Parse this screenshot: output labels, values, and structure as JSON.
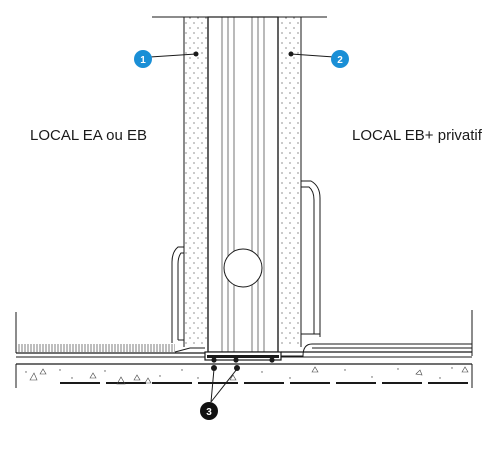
{
  "labels": {
    "left_room": "LOCAL EA ou EB",
    "right_room": "LOCAL EB+ privatif"
  },
  "callouts": [
    {
      "number": "1",
      "color": "#1a8fd6"
    },
    {
      "number": "2",
      "color": "#1a8fd6"
    },
    {
      "number": "3",
      "color": "#111111"
    }
  ],
  "colors": {
    "line": "#1a1a1a",
    "callout_blue": "#1a8fd6",
    "callout_black": "#111111"
  }
}
